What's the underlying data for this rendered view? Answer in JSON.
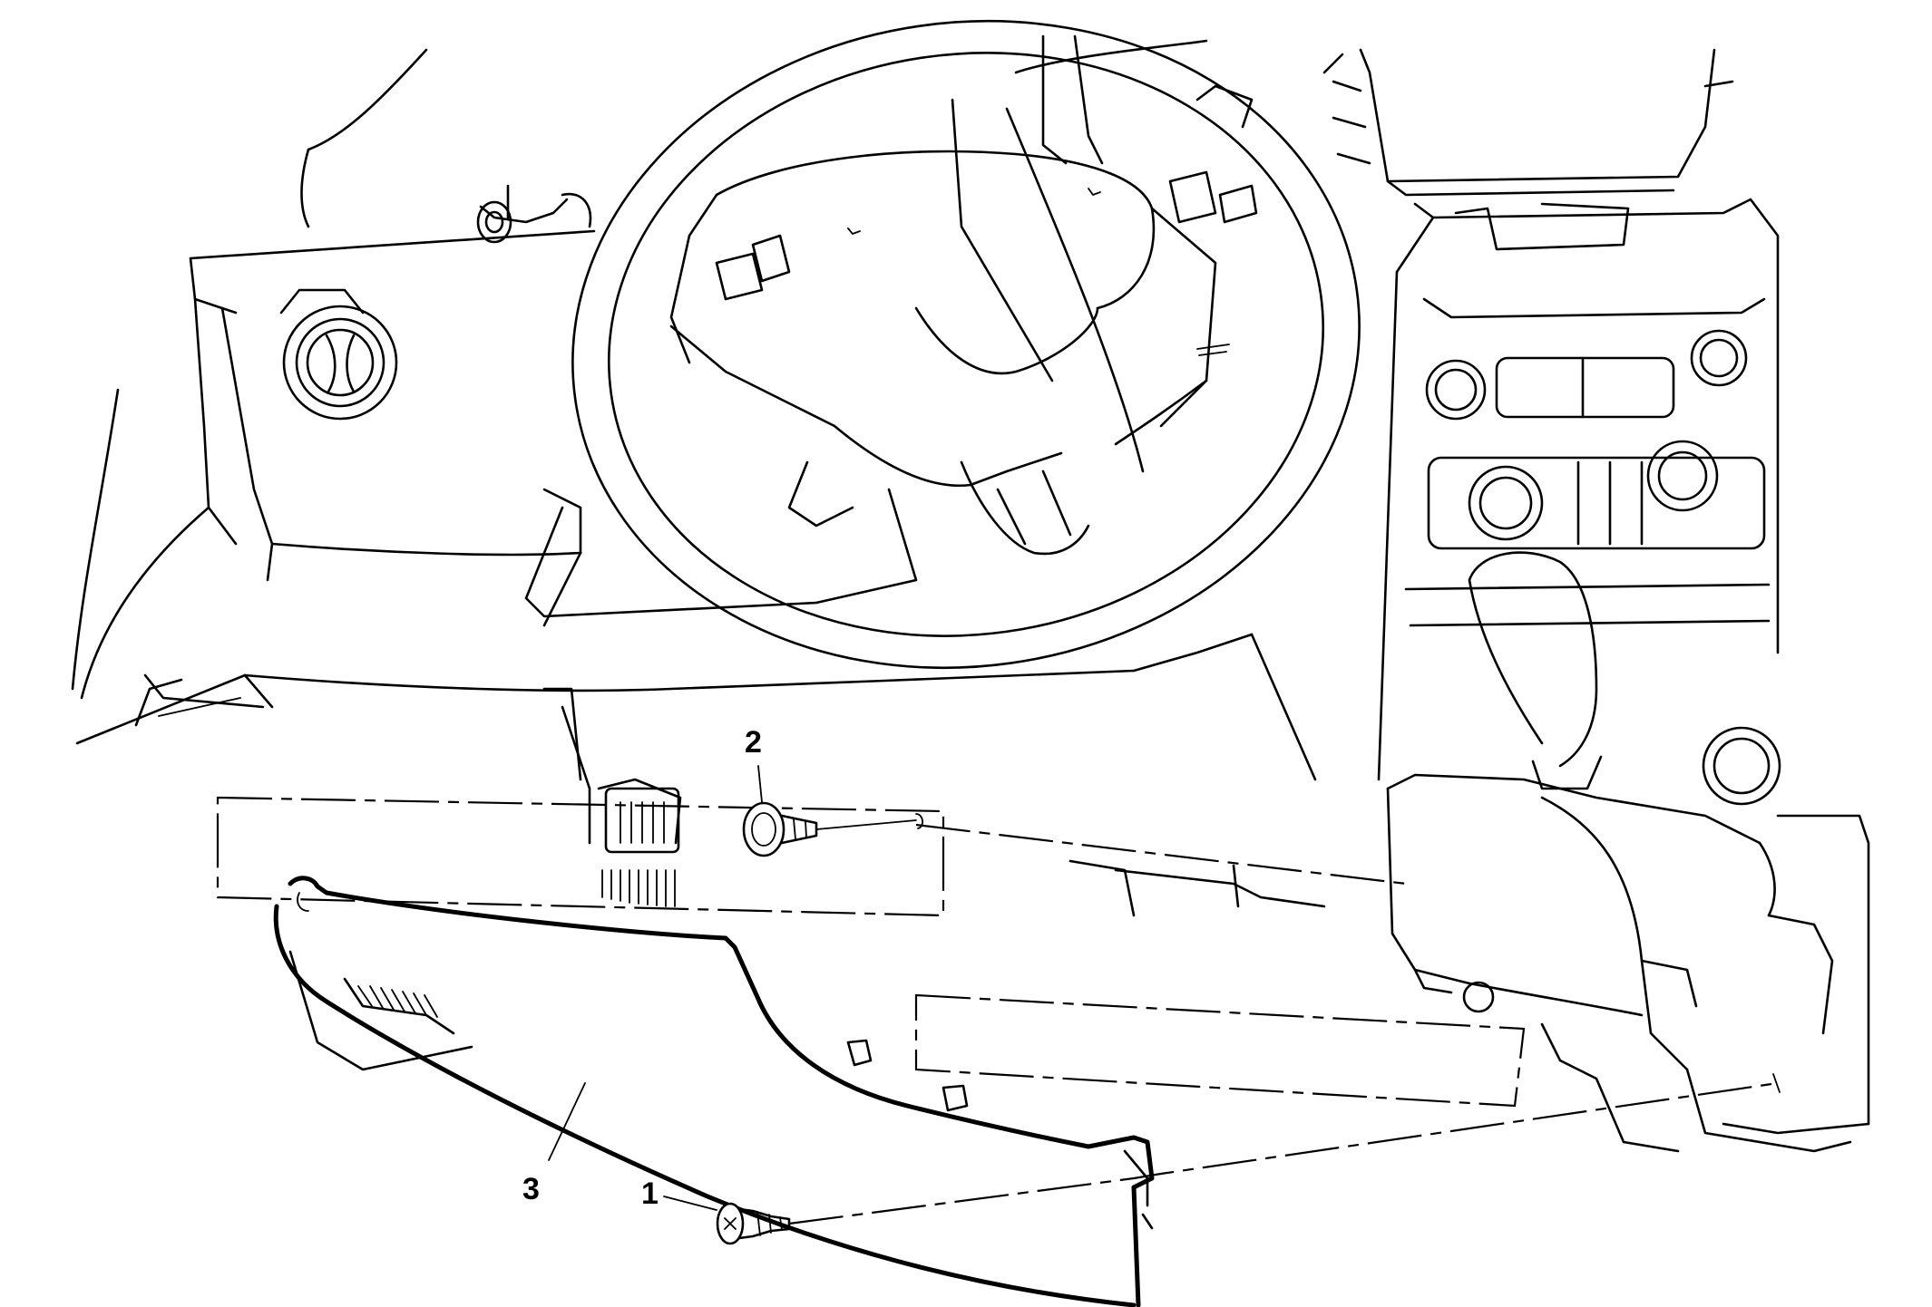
{
  "callouts": [
    {
      "id": "1",
      "label": "1"
    },
    {
      "id": "2",
      "label": "2"
    },
    {
      "id": "3",
      "label": "3"
    }
  ],
  "colors": {
    "line": "#000000",
    "background": "#ffffff"
  }
}
